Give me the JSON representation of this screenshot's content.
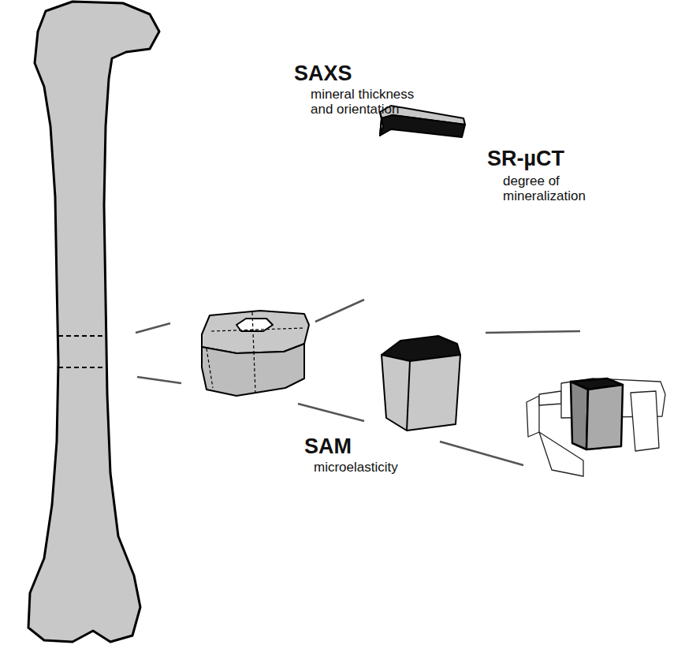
{
  "diagram": {
    "labels": [
      "SAXS",
      "mineral thickness and orientation",
      "SR-µCT",
      "degree of mineralization",
      "SAM",
      "microelasticity"
    ]
  }
}
